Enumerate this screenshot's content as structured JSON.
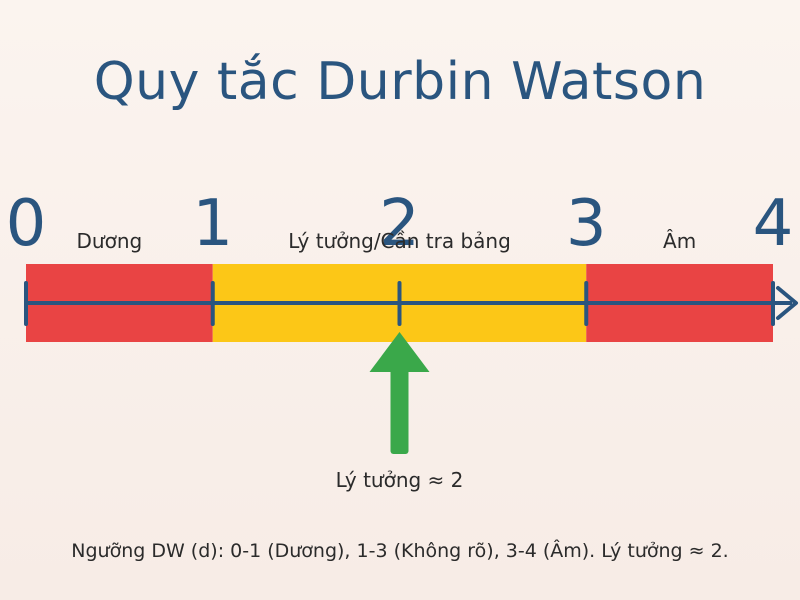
{
  "title": "Quy tắc Durbin Watson",
  "scale": {
    "min": 0,
    "max": 4,
    "ticks": [
      "0",
      "1",
      "2",
      "3",
      "4"
    ],
    "zones": [
      {
        "from": 0,
        "to": 1,
        "label": "Dương",
        "color": "#e94444"
      },
      {
        "from": 1,
        "to": 3,
        "label": "Lý tưởng/Cần tra bảng",
        "color": "#fcc717"
      },
      {
        "from": 3,
        "to": 4,
        "label": "Âm",
        "color": "#e94444"
      }
    ],
    "axis_color": "#2a557f"
  },
  "indicator": {
    "value": 2,
    "label": "Lý tưởng ≈ 2",
    "color": "#3aa84a"
  },
  "caption": "Ngưỡng DW (d): 0-1 (Dương), 1-3 (Không rõ), 3-4 (Âm). Lý tưởng ≈ 2."
}
